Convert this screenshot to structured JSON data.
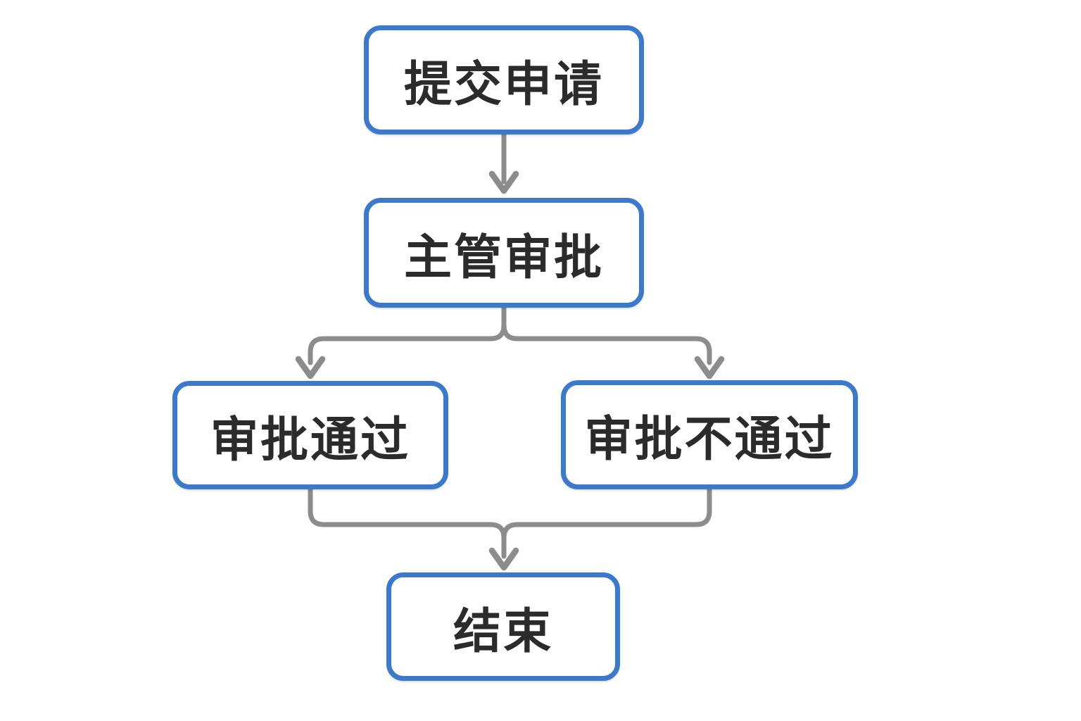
{
  "colors": {
    "background": "#ffffff",
    "node_fill": "#ffffff",
    "node_border": "#3b79cd",
    "connector": "#8c8c8c",
    "text": "#2b2b2b"
  },
  "diagram": {
    "type": "flowchart",
    "direction": "top-down",
    "nodes": [
      {
        "id": "submit",
        "label": "提交申请"
      },
      {
        "id": "review",
        "label": "主管审批"
      },
      {
        "id": "approved",
        "label": "审批通过"
      },
      {
        "id": "rejected",
        "label": "审批不通过"
      },
      {
        "id": "end",
        "label": "结束"
      }
    ],
    "edges": [
      {
        "from": "submit",
        "to": "review"
      },
      {
        "from": "review",
        "to": "approved"
      },
      {
        "from": "review",
        "to": "rejected"
      },
      {
        "from": "approved",
        "to": "end"
      },
      {
        "from": "rejected",
        "to": "end"
      }
    ]
  }
}
